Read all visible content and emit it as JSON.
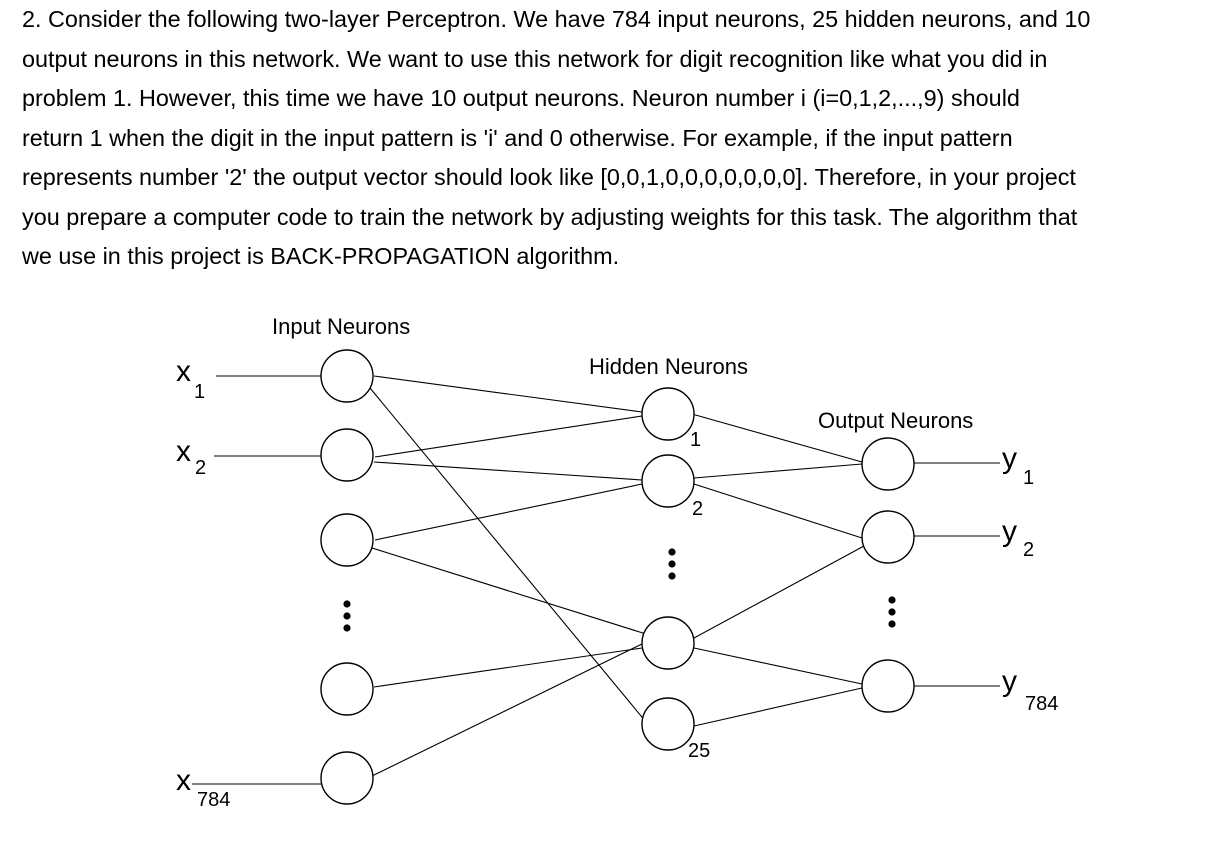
{
  "problem": {
    "lines": [
      "2. Consider the following two-layer Perceptron. We have 784 input neurons, 25 hidden neurons, and 10",
      "output neurons in this network. We want to use this network for digit recognition like what you did in",
      "problem 1. However, this time we have 10 output neurons. Neuron number i  (i=0,1,2,...,9) should",
      "return 1 when the digit in the input pattern is 'i' and 0 otherwise. For example, if the input pattern",
      "represents number '2' the output vector should look like [0,0,1,0,0,0,0,0,0,0]. Therefore, in your project",
      "you prepare a computer code to train the network by adjusting weights for this task. The algorithm that",
      "we use in this project is BACK-PROPAGATION algorithm."
    ]
  },
  "diagram": {
    "layers": {
      "input_label": "Input Neurons",
      "hidden_label": "Hidden Neurons",
      "output_label": "Output Neurons"
    },
    "inputs": [
      {
        "var": "x",
        "sub": "1"
      },
      {
        "var": "x",
        "sub": "2"
      },
      {
        "var": "x",
        "sub": "784"
      }
    ],
    "outputs": [
      {
        "var": "y",
        "sub": "1"
      },
      {
        "var": "y",
        "sub": "2"
      },
      {
        "var": "y",
        "sub": "784"
      }
    ],
    "hidden_numbers": [
      "1",
      "2",
      "25"
    ]
  }
}
